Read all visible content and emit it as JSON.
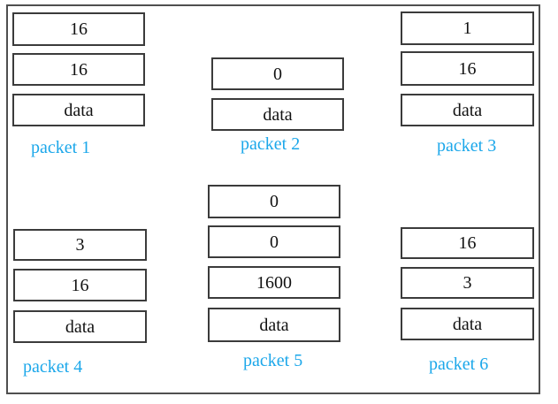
{
  "figure": {
    "type": "packet-format-diagram",
    "background_color": "#ffffff",
    "frame_border_color": "#4f4f4f",
    "box_border_color": "#3b3b3b",
    "box_text_color": "#111111",
    "label_color": "#1ba7ea"
  },
  "packets": [
    {
      "label": "packet 1",
      "fields": [
        "16",
        "16",
        "data"
      ]
    },
    {
      "label": "packet 2",
      "fields": [
        "0",
        "data"
      ]
    },
    {
      "label": "packet 3",
      "fields": [
        "1",
        "16",
        "data"
      ]
    },
    {
      "label": "packet 4",
      "fields": [
        "3",
        "16",
        "data"
      ]
    },
    {
      "label": "packet 5",
      "fields": [
        "0",
        "0",
        "1600",
        "data"
      ]
    },
    {
      "label": "packet 6",
      "fields": [
        "16",
        "3",
        "data"
      ]
    }
  ]
}
